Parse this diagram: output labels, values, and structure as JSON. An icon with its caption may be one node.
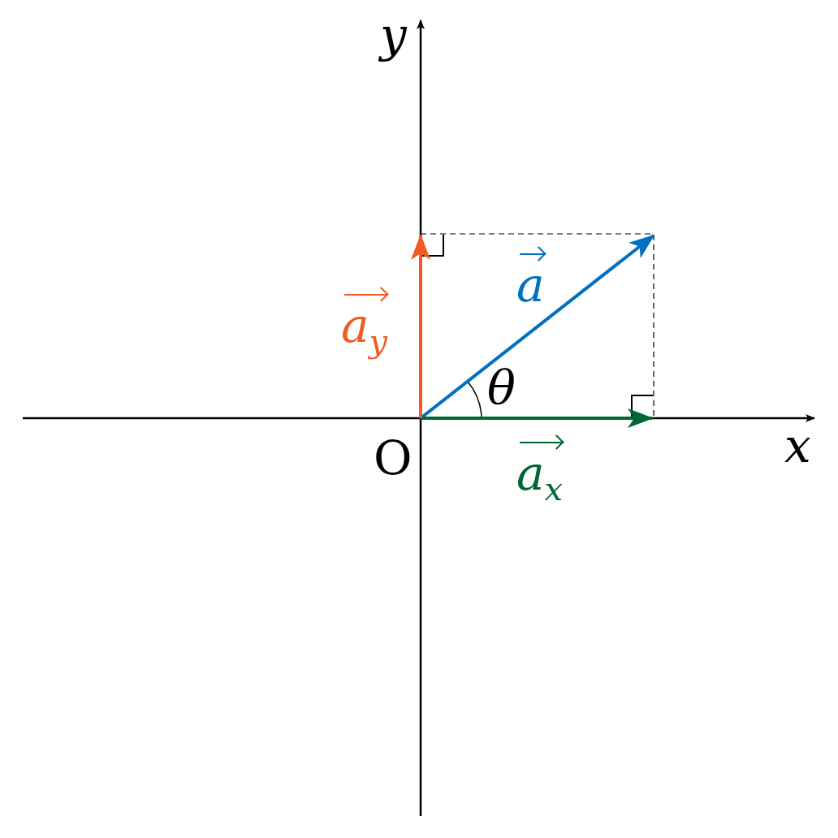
{
  "diagram": {
    "labels": [
      "y",
      "a",
      "a$_{y}$",
      "θ",
      "O",
      "x",
      "a$_{x}$"
    ]
  }
}
